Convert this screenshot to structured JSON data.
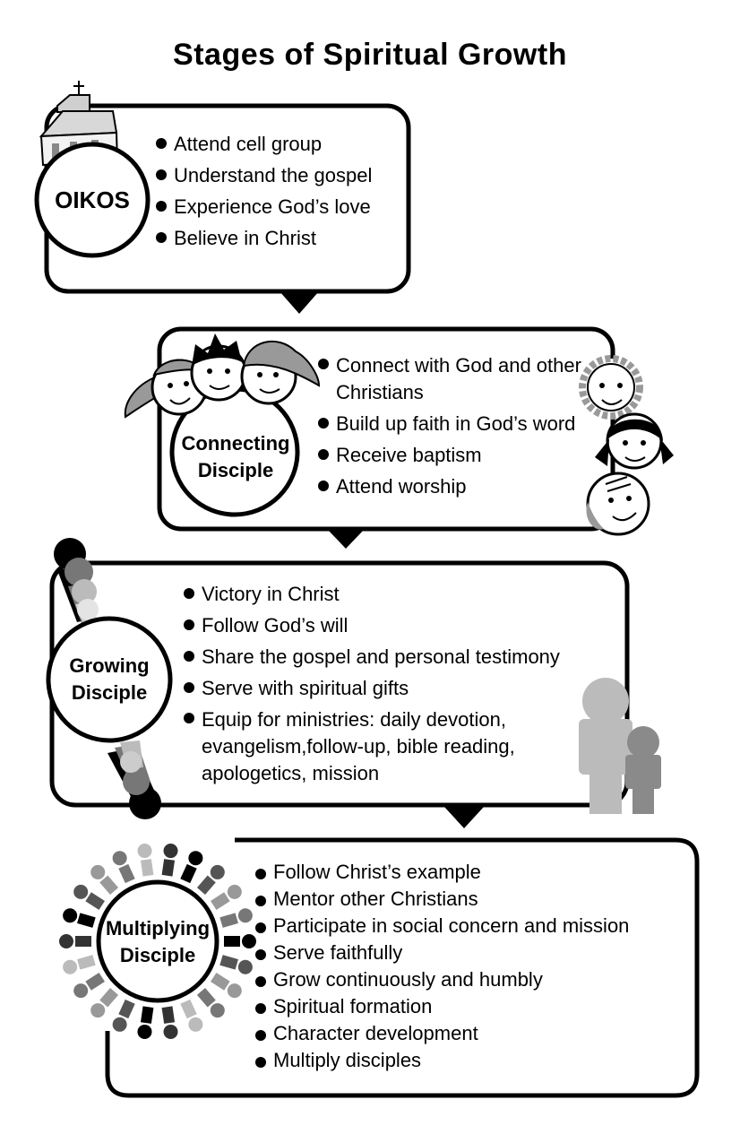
{
  "title": "Stages of Spiritual Growth",
  "stages": [
    {
      "name": "OIKOS",
      "name_lines": [
        "OIKOS"
      ],
      "items": [
        "Attend cell group",
        "Understand the gospel",
        "Experience God’s love",
        "Believe in Christ"
      ]
    },
    {
      "name": "Connecting Disciple",
      "name_lines": [
        "Connecting",
        "Disciple"
      ],
      "items": [
        "Connect with God and other Christians",
        "Build up faith in God’s word",
        "Receive baptism",
        "Attend worship"
      ]
    },
    {
      "name": "Growing Disciple",
      "name_lines": [
        "Growing",
        "Disciple"
      ],
      "items": [
        "Victory in Christ",
        "Follow God’s will",
        "Share the gospel and personal testimony",
        "Serve with spiritual gifts",
        "Equip for ministries: daily devotion, evangelism,follow-up, bible reading, apologetics, mission"
      ]
    },
    {
      "name": "Multiplying Disciple",
      "name_lines": [
        "Multiplying",
        "Disciple"
      ],
      "items": [
        "Follow Christ’s example",
        "Mentor other Christians",
        "Participate in social concern and mission",
        "Serve faithfully",
        "Grow continuously and humbly",
        "Spiritual formation",
        "Character development",
        "Multiply disciples"
      ]
    }
  ],
  "icons": [
    "church-icon",
    "children-faces-icon",
    "family-faces-icon",
    "walking-people-icon",
    "adult-child-silhouette-icon",
    "people-circle-icon"
  ]
}
